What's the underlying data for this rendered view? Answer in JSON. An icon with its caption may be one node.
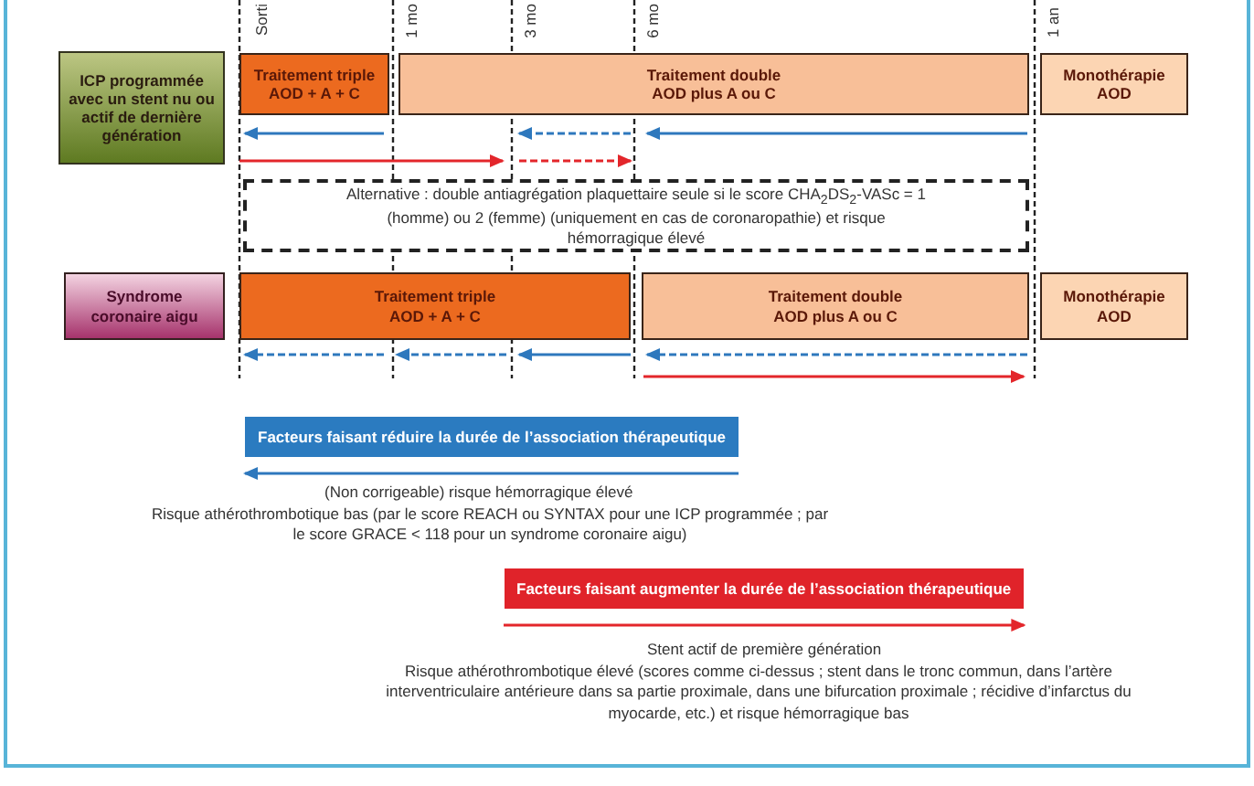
{
  "diagram": {
    "nodes": [
      {
        "text": [
          "ICP programmée avec un stent nu ou actif de dernière génération"
        ]
      },
      {
        "text": [
          "Traitement triple",
          "AOD + A + C"
        ]
      },
      {
        "text": [
          "Traitement double",
          "AOD plus A ou C"
        ]
      },
      {
        "text": [
          "Monothérapie",
          "AOD"
        ]
      },
      {
        "text": [
          "Alternative : double antiagrégation plaquettaire seule si le score CHA$_{2}$DS$_{2}$-VASc = 1 (homme) ou 2 (femme) (uniquement en cas de coronaropathie) et risque hémorragique élevé"
        ]
      },
      {
        "text": [
          "Syndrome coronaire aigu"
        ]
      },
      {
        "text": [
          "Traitement triple",
          "AOD + A + C"
        ]
      },
      {
        "text": [
          "Traitement double",
          "AOD plus A ou C"
        ]
      },
      {
        "text": [
          "Monothérapie",
          "AOD"
        ]
      },
      {
        "text": [
          "Facteurs faisant réduire la durée de l’association thérapeutique"
        ]
      },
      {
        "text": [
          "Facteurs faisant augmenter la durée de l’association thérapeutique"
        ]
      }
    ],
    "labels": [
      "Sorti",
      "1 mo",
      "3 mo",
      "6 mo",
      "1 an",
      "(Non corrigeable) risque hémorragique élevé",
      "Risque athérothrombotique bas (par le score REACH ou SYNTAX pour une ICP programmée ; par le score GRACE < 118 pour un syndrome coronaire aigu)",
      "Stent actif de première génération",
      "Risque athérothrombotique élevé (scores comme ci-dessus ; stent dans le tronc commun, dans l’artère interventriculaire antérieure dans sa partie proximale, dans une bifurcation proximale ; récidive d’infarctus du myocarde, etc.) et risque hémorragique bas"
    ]
  }
}
